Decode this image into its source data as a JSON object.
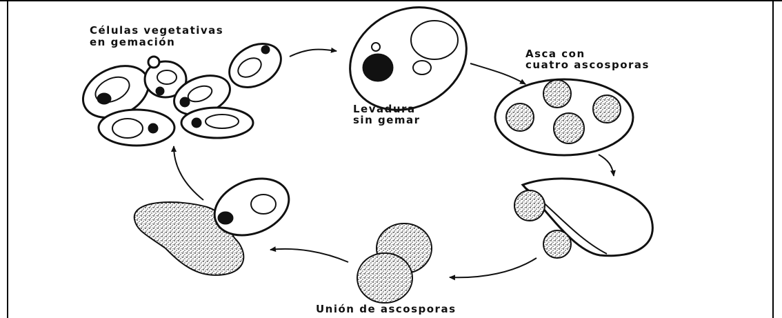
{
  "labels": {
    "budding": [
      "Células vegetativas",
      "en gemación"
    ],
    "nonbudding": [
      "Levadura",
      "sin gemar"
    ],
    "ascus": [
      "Asca con",
      "cuatro ascosporas"
    ],
    "union": "Unión de ascosporas"
  },
  "icons": [
    "budding-cells",
    "nonbudding-yeast",
    "ascus",
    "ruptured-ascus",
    "fusing-ascospores",
    "zygote"
  ],
  "colors": {
    "ink": "#111111",
    "background": "#ffffff"
  }
}
